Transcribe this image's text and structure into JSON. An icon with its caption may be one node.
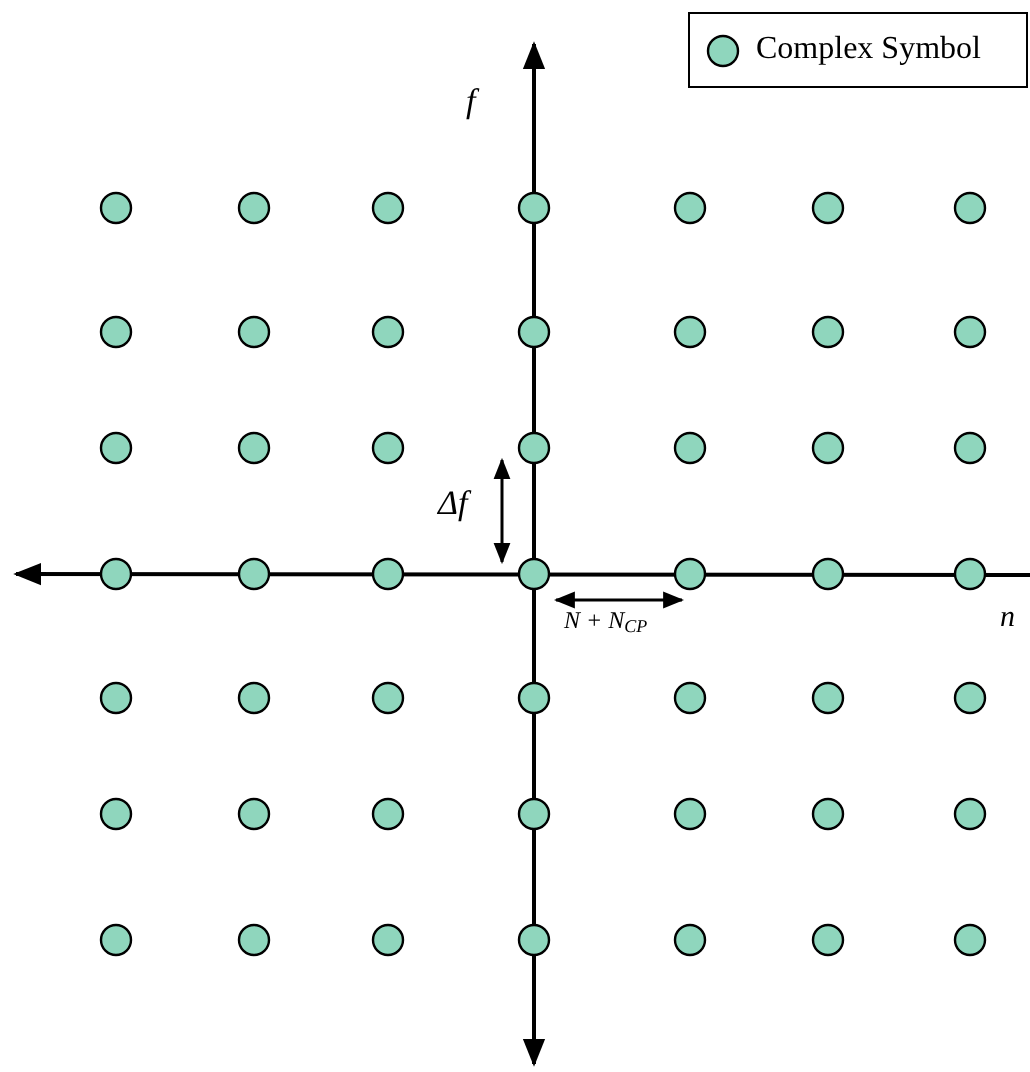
{
  "diagram": {
    "labels": [
      "f",
      "Δf",
      "N + N$_{CP}$",
      "n"
    ],
    "legend": [
      {
        "text": "Complex Symbol",
        "color": "#8fd6bd"
      }
    ]
  }
}
